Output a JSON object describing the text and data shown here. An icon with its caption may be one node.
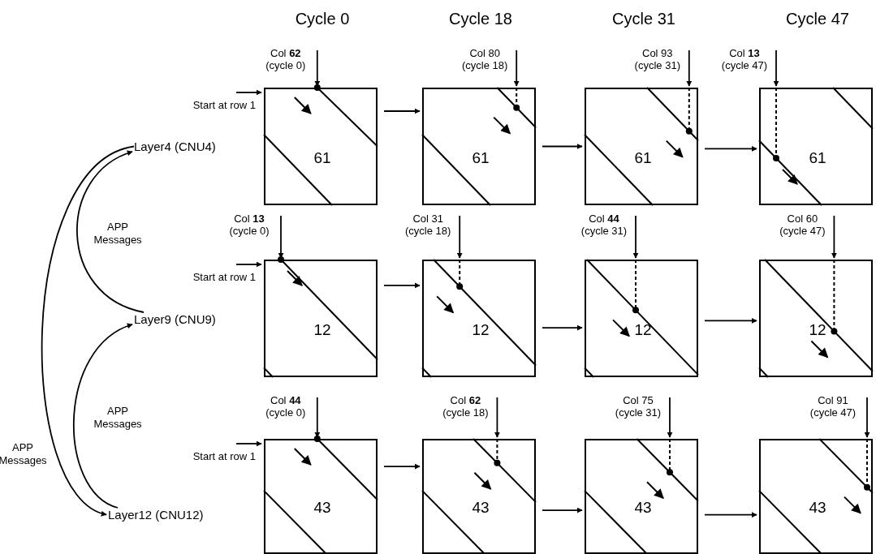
{
  "diagram": {
    "nodes": [
      {
        "text": [
          "Layer4 (CNU4)"
        ]
      },
      {
        "text": [
          "Layer9 (CNU9)"
        ]
      },
      {
        "text": [
          "Layer12 (CNU12)"
        ]
      },
      {
        "text": [
          "Col **62** (cycle 0)"
        ]
      },
      {
        "text": [
          "61"
        ],
        "beside": [
          "Start at row 1"
        ]
      },
      {
        "text": [
          "Col 80 (cycle 18)"
        ]
      },
      {
        "text": [
          "61"
        ]
      },
      {
        "text": [
          "Col 93 (cycle 31)"
        ]
      },
      {
        "text": [
          "61"
        ]
      },
      {
        "text": [
          "Col **13** (cycle 47)"
        ]
      },
      {
        "text": [
          "61"
        ]
      },
      {
        "text": [
          "Col **13** (cycle 0)"
        ]
      },
      {
        "text": [
          "12"
        ],
        "beside": [
          "Start at row 1"
        ]
      },
      {
        "text": [
          "Col 31 (cycle 18)"
        ]
      },
      {
        "text": [
          "12"
        ]
      },
      {
        "text": [
          "Col **44** (cycle 31)"
        ]
      },
      {
        "text": [
          "12"
        ]
      },
      {
        "text": [
          "Col 60 (cycle 47)"
        ]
      },
      {
        "text": [
          "12"
        ]
      },
      {
        "text": [
          "Col **44** (cycle 0)"
        ]
      },
      {
        "text": [
          "43"
        ],
        "beside": [
          "Start at row 1"
        ]
      },
      {
        "text": [
          "Col **62** (cycle 18)"
        ]
      },
      {
        "text": [
          "43"
        ]
      },
      {
        "text": [
          "Col 75 (cycle 31)"
        ]
      },
      {
        "text": [
          "43"
        ]
      },
      {
        "text": [
          "Col 91 (cycle 47)"
        ]
      },
      {
        "text": [
          "43"
        ]
      }
    ],
    "edges": [
      {
        "from": 1,
        "to": 0,
        "arrow": "to",
        "label": "APP Messages"
      },
      {
        "from": 2,
        "to": 1,
        "arrow": "to",
        "label": "APP Messages"
      },
      {
        "from": 0,
        "to": 2,
        "arrow": "to",
        "label": "APP Messages"
      },
      {
        "from": null,
        "to": 4,
        "arrow": "to"
      },
      {
        "from": 3,
        "to": 4,
        "arrow": "to"
      },
      {
        "from": 5,
        "to": 6,
        "arrow": "to"
      },
      {
        "from": 7,
        "to": 8,
        "arrow": "to"
      },
      {
        "from": 9,
        "to": 10,
        "arrow": "to"
      },
      {
        "from": 4,
        "to": 6,
        "arrow": "to"
      },
      {
        "from": 6,
        "to": 8,
        "arrow": "to"
      },
      {
        "from": 8,
        "to": 10,
        "arrow": "to"
      },
      {
        "from": null,
        "to": 12,
        "arrow": "to"
      },
      {
        "from": 11,
        "to": 12,
        "arrow": "to"
      },
      {
        "from": 13,
        "to": 14,
        "arrow": "to"
      },
      {
        "from": 15,
        "to": 16,
        "arrow": "to"
      },
      {
        "from": 17,
        "to": 18,
        "arrow": "to"
      },
      {
        "from": 12,
        "to": 14,
        "arrow": "to"
      },
      {
        "from": 14,
        "to": 16,
        "arrow": "to"
      },
      {
        "from": 16,
        "to": 18,
        "arrow": "to"
      },
      {
        "from": null,
        "to": 20,
        "arrow": "to"
      },
      {
        "from": 19,
        "to": 20,
        "arrow": "to"
      },
      {
        "from": 21,
        "to": 22,
        "arrow": "to"
      },
      {
        "from": 23,
        "to": 24,
        "arrow": "to"
      },
      {
        "from": 25,
        "to": 26,
        "arrow": "to"
      },
      {
        "from": 20,
        "to": 22,
        "arrow": "to"
      },
      {
        "from": 22,
        "to": 24,
        "arrow": "to"
      },
      {
        "from": 24,
        "to": 26,
        "arrow": "to"
      }
    ],
    "labels": [
      "Cycle 0",
      "Cycle 18",
      "Cycle 31",
      "Cycle 47"
    ]
  }
}
